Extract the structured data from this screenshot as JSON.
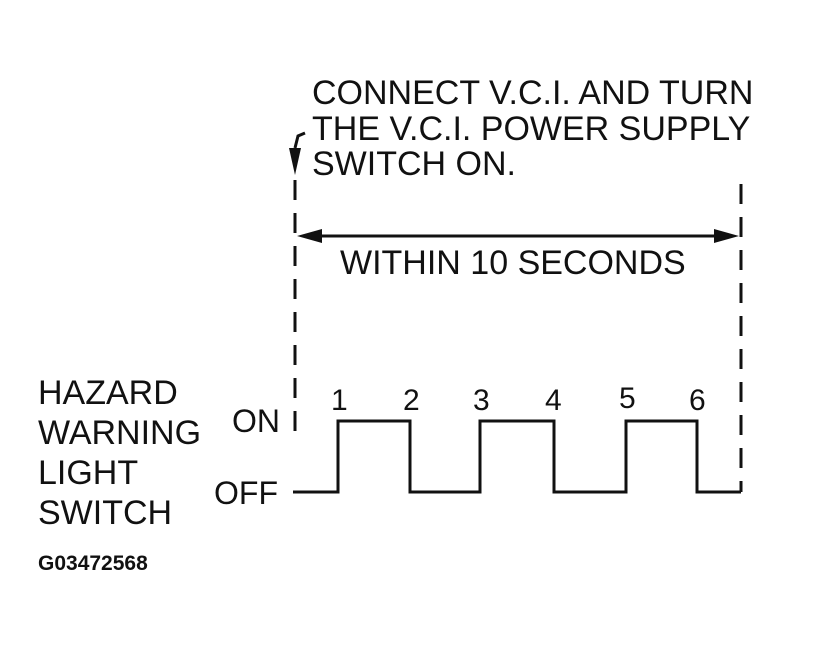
{
  "instruction": {
    "line1": "CONNECT V.C.I. AND TURN",
    "line2": "THE  V.C.I.  POWER SUPPLY",
    "line3": "SWITCH ON."
  },
  "interval_label": "WITHIN 10 SECONDS",
  "switch_label": {
    "line1": "HAZARD",
    "line2": "WARNING",
    "line3": "LIGHT",
    "line4": "SWITCH"
  },
  "states": {
    "on": "ON",
    "off": "OFF"
  },
  "operation_numbers": [
    "1",
    "2",
    "3",
    "4",
    "5",
    "6"
  ],
  "figure_code": "G03472568"
}
